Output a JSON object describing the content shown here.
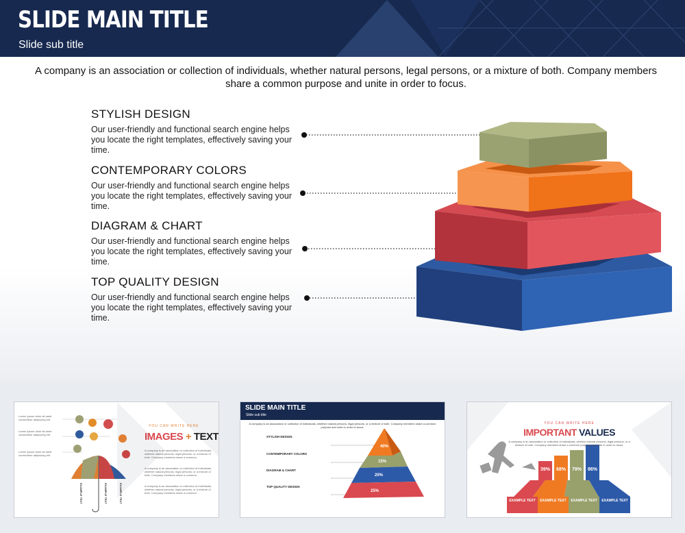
{
  "slide": {
    "title": "SLIDE MAIN TITLE",
    "subtitle": "Slide sub title",
    "intro": "A company is an association or collection of individuals, whether natural persons, legal persons, or a mixture of both. Company members share a common purpose and unite in order to focus.",
    "items": [
      {
        "heading": "STYLISH DESIGN",
        "body": "Our user-friendly and functional search engine helps you locate the right templates, effectively saving your time."
      },
      {
        "heading": "CONTEMPORARY COLORS",
        "body": "Our user-friendly and functional search engine helps you locate the right templates, effectively saving your time."
      },
      {
        "heading": "DIAGRAM & CHART",
        "body": "Our user-friendly and functional search engine helps you locate the right templates, effectively saving your time."
      },
      {
        "heading": "TOP QUALITY DESIGN",
        "body": "Our user-friendly and functional search engine helps you locate the right templates, effectively saving your time."
      }
    ],
    "colors": {
      "header": "#17294f",
      "top": "#98a06c",
      "orange": "#f07a22",
      "red": "#d9494f",
      "blue": "#2d5aa8"
    }
  },
  "thumbs": [
    {
      "kicker": "YOU CAN WRITE HERE",
      "title_a": "IMAGES",
      "title_plus": "+",
      "title_b": "TEXT",
      "labels": [
        "EXAMPLE TEXT",
        "EXAMPLE TEXT",
        "EXAMPLE TEXT"
      ],
      "paragraph": "A company is an association or collection of individuals, whether natural persons, legal persons, or a mixture of both. Company members share a common."
    },
    {
      "title": "SLIDE MAIN TITLE",
      "subtitle": "Slide sub title",
      "items": [
        "STYLISH DESIGN",
        "CONTEMPORARY COLORS",
        "DIAGRAM & CHART",
        "TOP QUALITY DESIGN"
      ],
      "pcts": [
        "40%",
        "15%",
        "20%",
        "25%"
      ]
    },
    {
      "kicker": "YOU CAN WRITE HERE",
      "title_a": "IMPORTANT",
      "title_b": "VALUES",
      "pcts": [
        "39%",
        "68%",
        "79%",
        "86%"
      ],
      "labels": [
        "EXAMPLE TEXT",
        "EXAMPLE TEXT",
        "EXAMPLE TEXT",
        "EXAMPLE TEXT"
      ]
    }
  ]
}
